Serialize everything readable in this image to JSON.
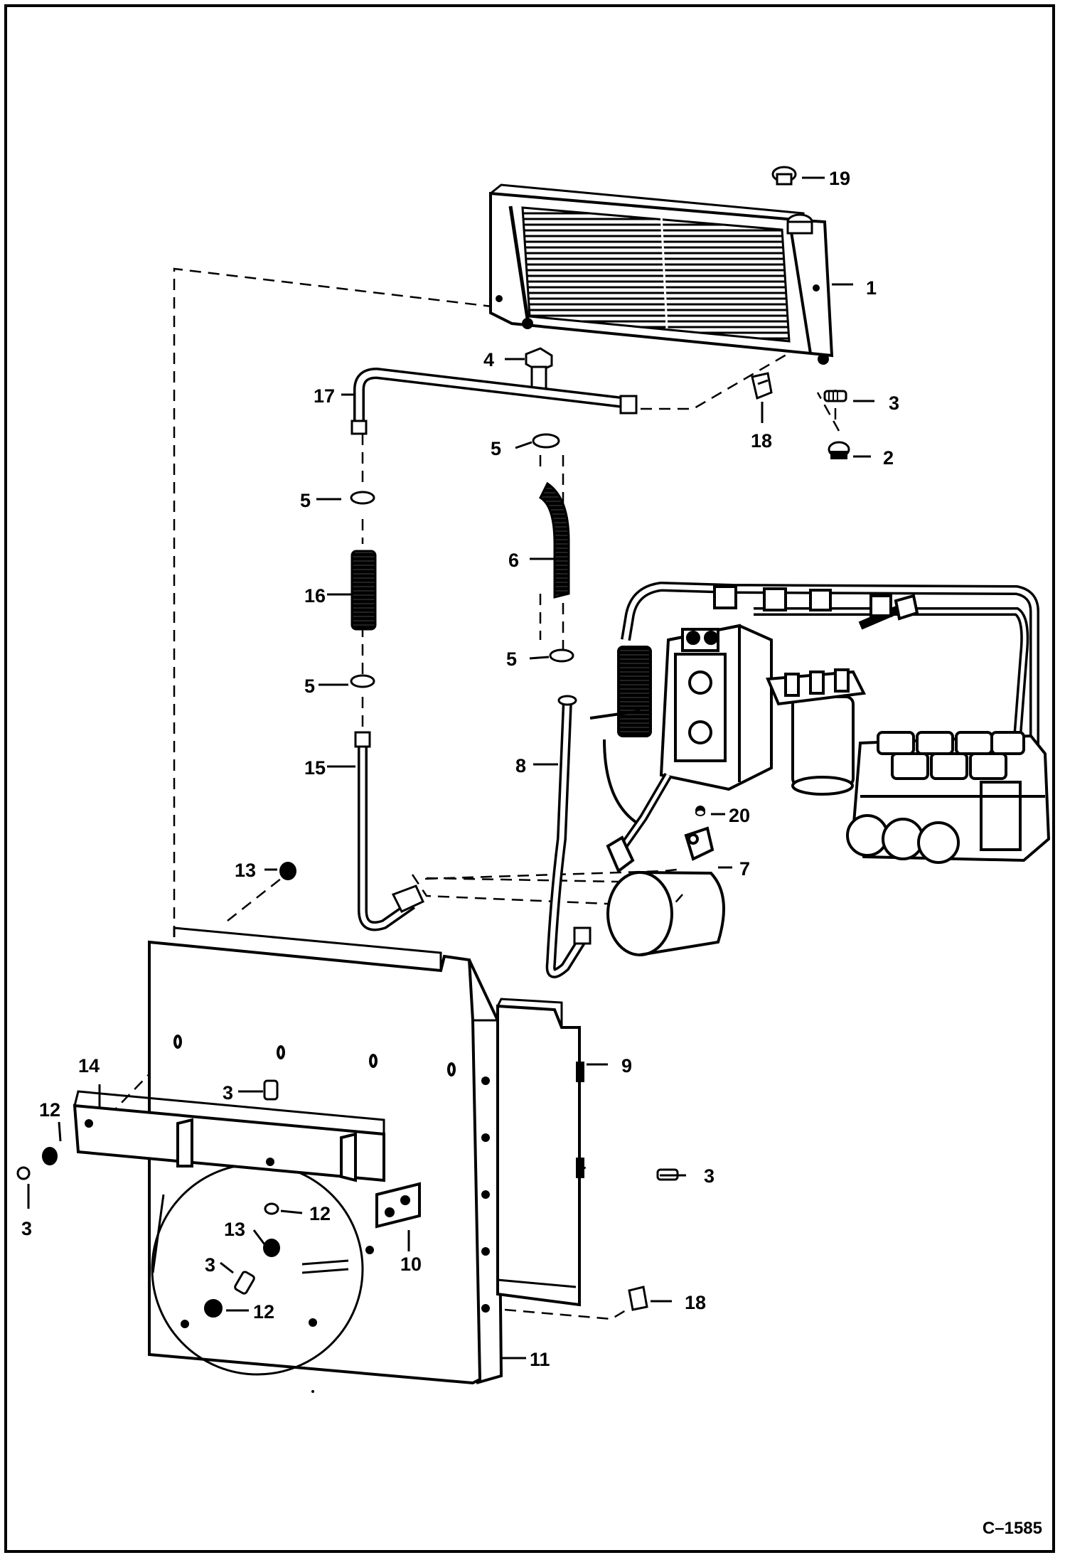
{
  "figure_id": "C–1585",
  "callouts": {
    "c1": "1",
    "c2": "2",
    "c3a": "3",
    "c3b": "3",
    "c3c": "3",
    "c3d": "3",
    "c3e": "3",
    "c4": "4",
    "c5a": "5",
    "c5b": "5",
    "c5c": "5",
    "c5d": "5",
    "c6": "6",
    "c7": "7",
    "c8": "8",
    "c9": "9",
    "c10": "10",
    "c11": "11",
    "c12a": "12",
    "c12b": "12",
    "c12c": "12",
    "c13a": "13",
    "c13b": "13",
    "c14": "14",
    "c15": "15",
    "c16": "16",
    "c17": "17",
    "c18a": "18",
    "c18b": "18",
    "c19": "19",
    "c20": "20"
  },
  "icons": {
    "oil-cooler": "oil-cooler-icon",
    "hose": "hose-icon",
    "tube": "tube-icon",
    "hydrostatic-pump": "pump-icon",
    "control-valve": "valve-icon",
    "fan-shroud": "shroud-icon"
  }
}
